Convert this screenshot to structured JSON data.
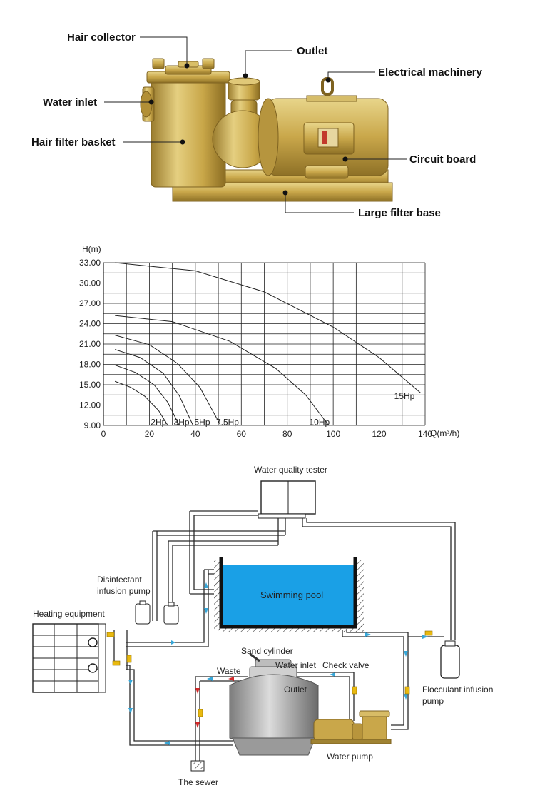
{
  "pump_labels": {
    "hair_collector": "Hair collector",
    "outlet": "Outlet",
    "electrical_machinery": "Electrical machinery",
    "water_inlet": "Water inlet",
    "hair_filter_basket": "Hair filter basket",
    "circuit_board": "Circuit board",
    "large_filter_base": "Large filter base"
  },
  "colors": {
    "brass": "#c9a74a",
    "brass_dark": "#8e7126",
    "pool_blue": "#1aa0e6",
    "flow_arrow": "#38a7d8",
    "waste_arrow": "#d42a2a",
    "valve_yellow": "#e9b90f"
  },
  "chart_data": {
    "type": "line",
    "ylabel": "H(m)",
    "xlabel": "Q(m³/h)",
    "xlim": [
      0,
      140
    ],
    "ylim": [
      9,
      33
    ],
    "x_ticks": [
      "0",
      "20",
      "40",
      "60",
      "80",
      "100",
      "120",
      "140"
    ],
    "y_ticks": [
      "9.00",
      "12.00",
      "15.00",
      "18.00",
      "21.00",
      "24.00",
      "27.00",
      "30.00",
      "33.00"
    ],
    "grid": true,
    "series": [
      {
        "name": "2Hp",
        "x": [
          5,
          12,
          18,
          24,
          28
        ],
        "y": [
          15.5,
          14.6,
          13.3,
          11.2,
          9.0
        ]
      },
      {
        "name": "3Hp",
        "x": [
          5,
          14,
          22,
          28,
          33
        ],
        "y": [
          17.9,
          16.8,
          15.0,
          12.4,
          9.0
        ]
      },
      {
        "name": "5Hp",
        "x": [
          5,
          16,
          26,
          33,
          39
        ],
        "y": [
          20.2,
          19.0,
          16.7,
          13.4,
          9.0
        ]
      },
      {
        "name": "7.5Hp",
        "x": [
          5,
          20,
          32,
          42,
          51
        ],
        "y": [
          22.3,
          20.9,
          18.2,
          14.6,
          9.0
        ]
      },
      {
        "name": "10Hp",
        "x": [
          5,
          30,
          55,
          75,
          88,
          98
        ],
        "y": [
          25.2,
          24.3,
          21.4,
          17.4,
          13.5,
          9.0
        ]
      },
      {
        "name": "15Hp",
        "x": [
          5,
          40,
          70,
          100,
          120,
          138
        ],
        "y": [
          33.0,
          31.8,
          28.7,
          23.5,
          19.0,
          13.8
        ]
      }
    ],
    "series_labels": [
      {
        "text": "2Hp",
        "x": 24,
        "y": 9.5
      },
      {
        "text": "3Hp",
        "x": 34,
        "y": 9.5
      },
      {
        "text": "5Hp",
        "x": 43,
        "y": 9.5
      },
      {
        "text": "7.5Hp",
        "x": 54,
        "y": 9.5
      },
      {
        "text": "10Hp",
        "x": 94,
        "y": 9.5
      },
      {
        "text": "15Hp",
        "x": 131,
        "y": 13.3
      }
    ]
  },
  "diagram_labels": {
    "water_quality_tester": "Water quality tester",
    "disinfectant_line1": "Disinfectant",
    "disinfectant_line2": "infusion pump",
    "swimming_pool": "Swimming pool",
    "heating_equipment": "Heating equipment",
    "sand_cylinder": "Sand cylinder",
    "waste": "Waste",
    "water_inlet": "Water inlet",
    "check_valve": "Check valve",
    "outlet": "Outlet",
    "flocculant_line1": "Flocculant infusion",
    "flocculant_line2": "pump",
    "water_pump": "Water pump",
    "the_sewer": "The sewer"
  }
}
